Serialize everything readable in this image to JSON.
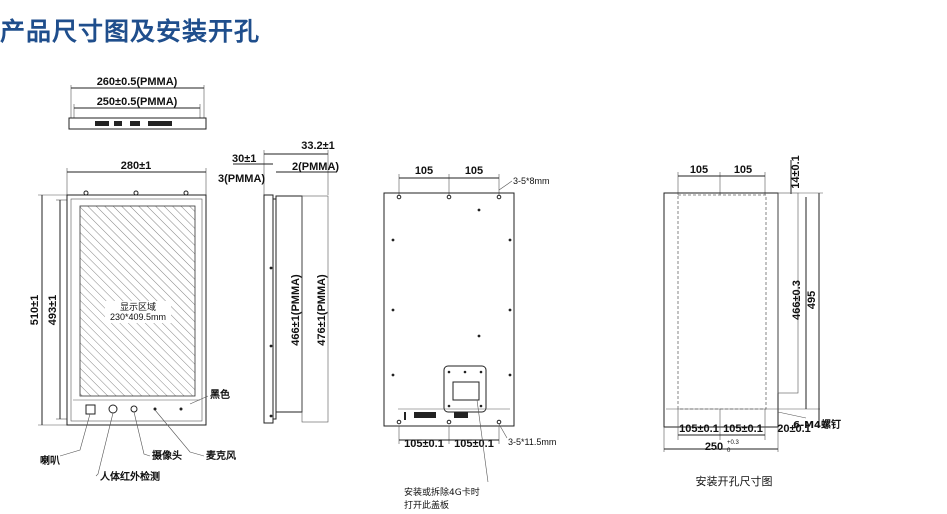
{
  "title": "产品尺寸图及安装开孔",
  "top_view": {
    "dim_outer": "260±0.5(PMMA)",
    "dim_inner": "250±0.5(PMMA)"
  },
  "front_view": {
    "width": "280±1",
    "height_outer": "510±1",
    "height_inner": "493±1",
    "display_area_label": "显示区域",
    "display_area_size": "230*409.5mm",
    "color_label": "黑色",
    "callouts": [
      "喇叭",
      "人体红外检测",
      "摄像头",
      "麦克风"
    ]
  },
  "side_view": {
    "depth_total": "33.2±1",
    "depth_body": "30±1",
    "pmma_left": "3(PMMA)",
    "pmma_right": "2(PMMA)",
    "height_a": "466±1(PMMA)",
    "height_b": "476±1(PMMA)"
  },
  "back_view": {
    "top_spacing_1": "105",
    "top_spacing_2": "105",
    "top_holes": "3-5*8mm",
    "bottom_spacing_1": "105±0.1",
    "bottom_spacing_2": "105±0.1",
    "bottom_holes": "3-5*11.5mm",
    "cover_note_line1": "安装或拆除4G卡时",
    "cover_note_line2": "打开此盖板"
  },
  "cutout_view": {
    "top_spacing_1": "105",
    "top_spacing_2": "105",
    "top_offset": "14±0.1",
    "height_inner": "466±0.3",
    "height_outer": "495",
    "bottom_spacing_1": "105±0.1",
    "bottom_spacing_2": "105±0.1",
    "bottom_offset": "20±0.1",
    "width": "250",
    "width_tol": "+0.3",
    "width_tol_low": "0",
    "screws": "6-M4螺钉",
    "caption": "安装开孔尺寸图"
  }
}
